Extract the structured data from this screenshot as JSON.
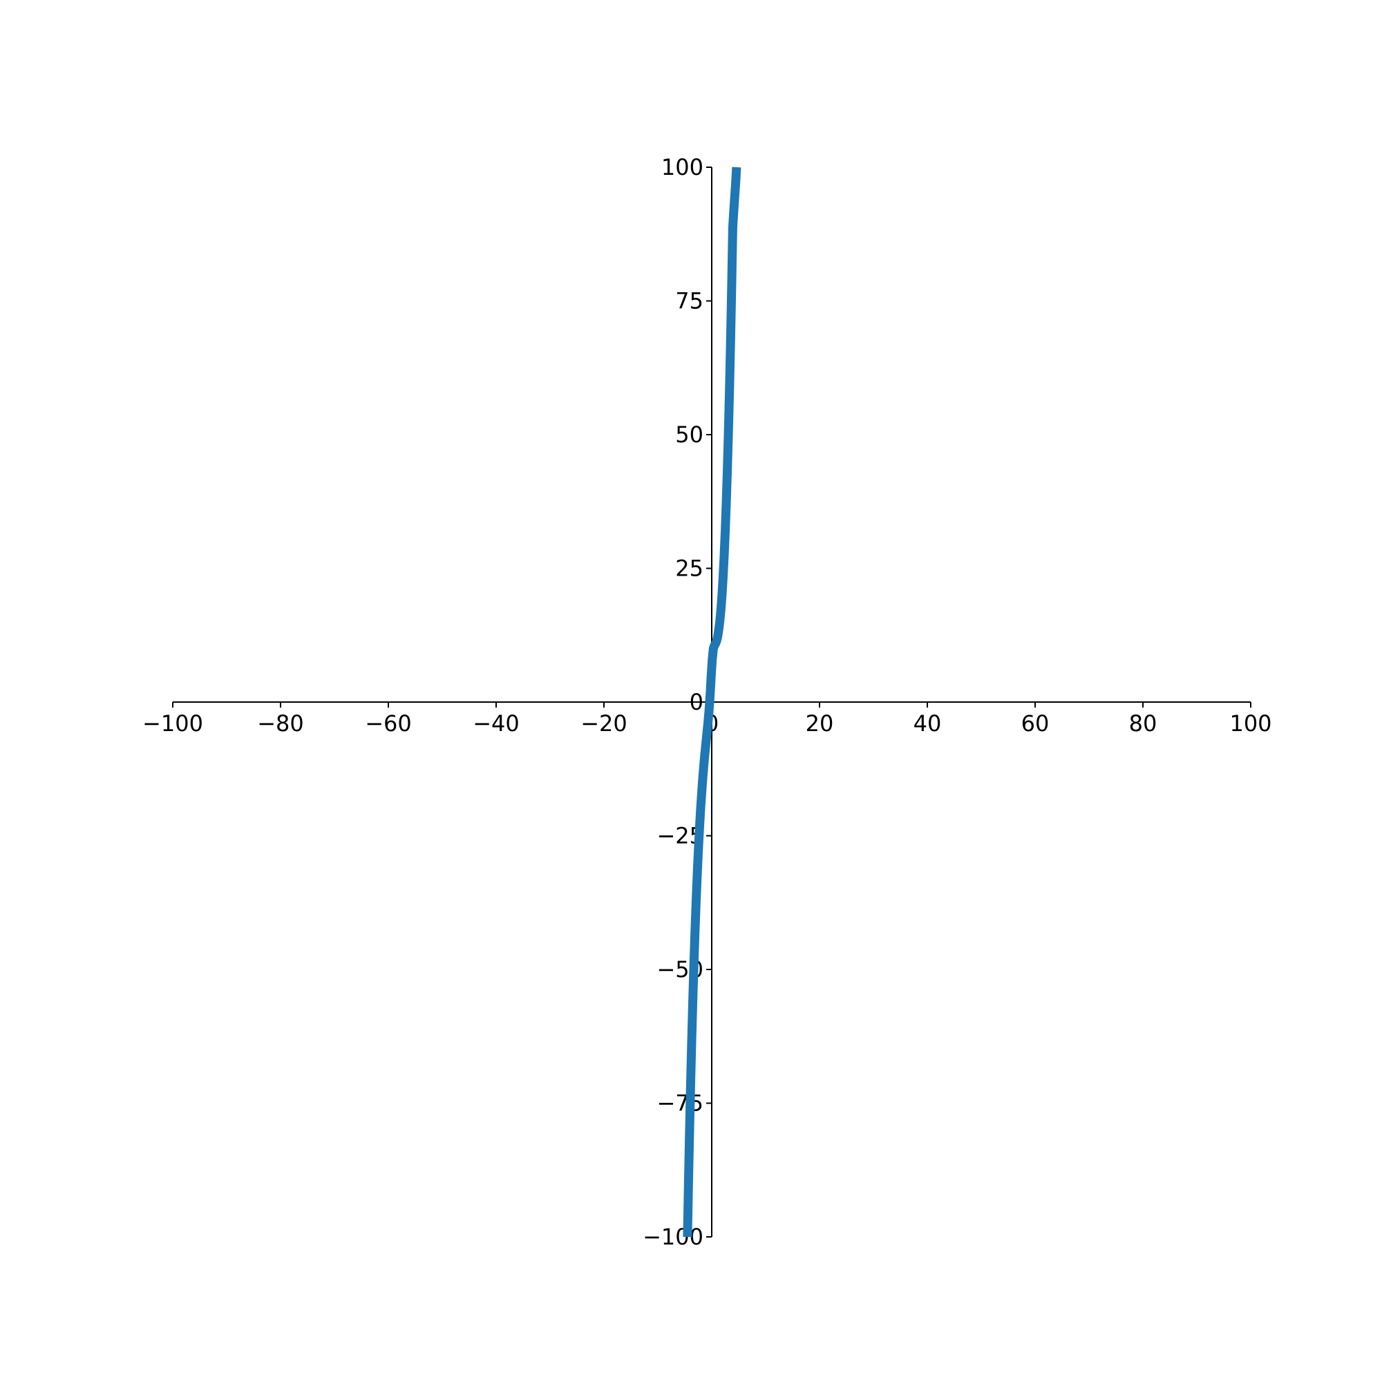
{
  "chart_data": {
    "type": "line",
    "title": "",
    "xlabel": "",
    "ylabel": "",
    "xlim": [
      -100,
      100
    ],
    "ylim": [
      -100,
      100
    ],
    "grid": false,
    "spines": "centered",
    "x_ticks": [
      -100,
      -80,
      -60,
      -40,
      -20,
      0,
      20,
      40,
      60,
      80,
      100
    ],
    "x_tick_labels": [
      "−100",
      "−80",
      "−60",
      "−40",
      "−20",
      "0",
      "20",
      "40",
      "60",
      "80",
      "100"
    ],
    "y_ticks": [
      -100,
      -75,
      -50,
      -25,
      0,
      25,
      50,
      75,
      100
    ],
    "y_tick_labels": [
      "−100",
      "−75",
      "−50",
      "−25",
      "0",
      "25",
      "50",
      "75",
      "100"
    ],
    "series": [
      {
        "color": "#1f77b4",
        "x": [
          -4.5,
          -4.3,
          -4.1,
          -3.9,
          -3.7,
          -3.5,
          -3.3,
          -3.1,
          -2.9,
          -2.7,
          -2.5,
          -2.3,
          -2.1,
          -1.9,
          -1.7,
          -1.5,
          -1.3,
          -1.1,
          -0.9,
          -0.7,
          -0.5,
          -0.3,
          -0.1,
          0.1,
          0.3,
          0.5,
          0.7,
          0.9,
          1.1,
          1.3,
          1.5,
          1.7,
          1.9,
          2.1,
          2.3,
          2.5,
          2.7,
          2.9,
          3.1,
          3.3,
          3.5,
          3.7,
          3.9,
          4.1,
          4.3,
          4.5,
          4.6
        ],
        "y": [
          -100,
          -89.3,
          -79.6,
          -70.7,
          -62.7,
          -55.4,
          -48.8,
          -42.8,
          -37.4,
          -32.5,
          -28.1,
          -24.2,
          -20.6,
          -17.5,
          -14.7,
          -12.2,
          -9.9,
          -7.9,
          -5.9,
          -3.9,
          -1.6,
          1.3,
          4.9,
          8.0,
          10.0,
          10.6,
          10.9,
          11.4,
          12.2,
          13.5,
          15.1,
          17.2,
          19.9,
          23.2,
          27.2,
          31.8,
          37.3,
          43.5,
          50.6,
          58.6,
          67.6,
          77.7,
          88.8,
          92.0,
          95.0,
          98.0,
          100
        ]
      }
    ]
  }
}
